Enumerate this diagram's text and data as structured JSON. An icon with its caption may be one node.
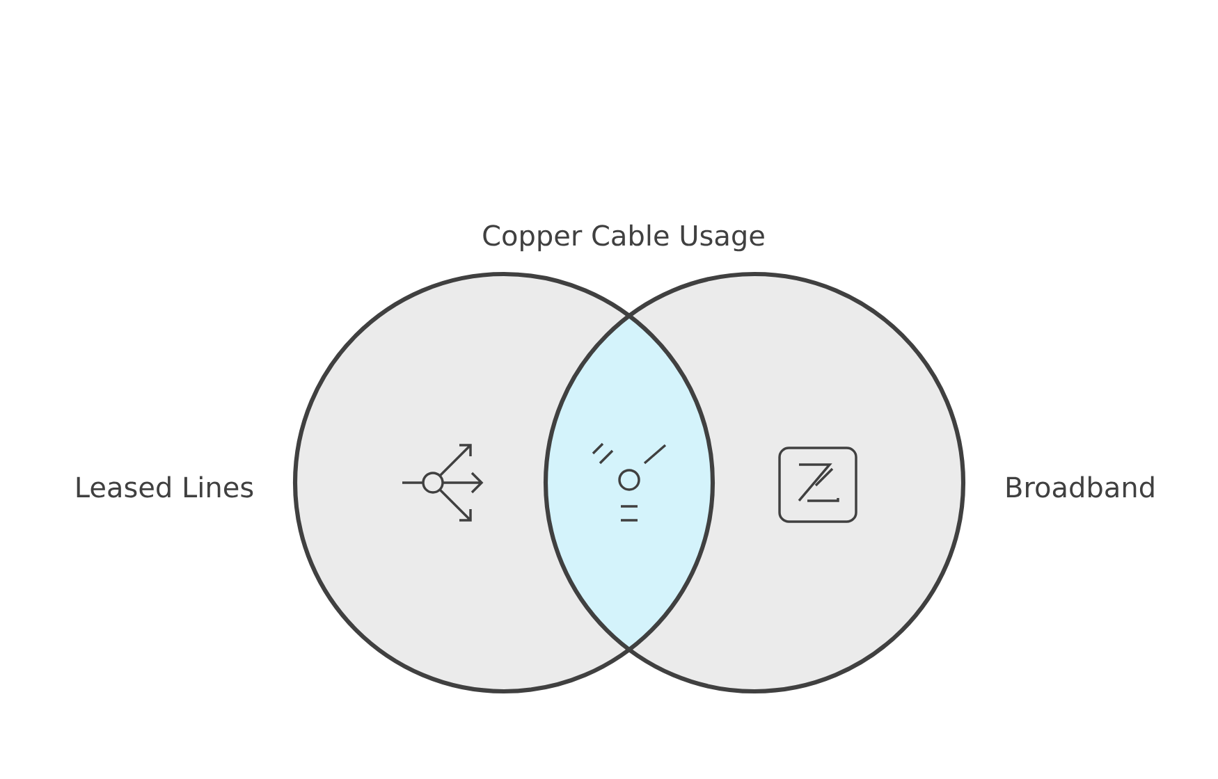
{
  "diagram": {
    "title": "Copper Cable Usage",
    "nodes": [
      {
        "text": [
          "Leased Lines"
        ]
      },
      {
        "text": [
          "Broadband"
        ]
      }
    ]
  }
}
